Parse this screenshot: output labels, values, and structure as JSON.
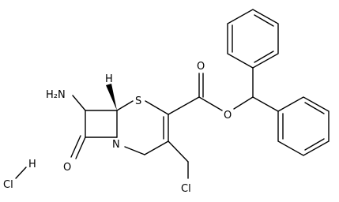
{
  "molecule": {
    "atom_labels": {
      "amine": "H₂N",
      "hydrogen": "H",
      "sulfur": "S",
      "nitrogen": "N",
      "ketone_oxygen": "O",
      "ester_carbonyl_oxygen": "O",
      "ester_oxygen": "O",
      "chlorine": "Cl",
      "hcl_chlorine": "Cl",
      "hcl_hydrogen": "H"
    }
  }
}
